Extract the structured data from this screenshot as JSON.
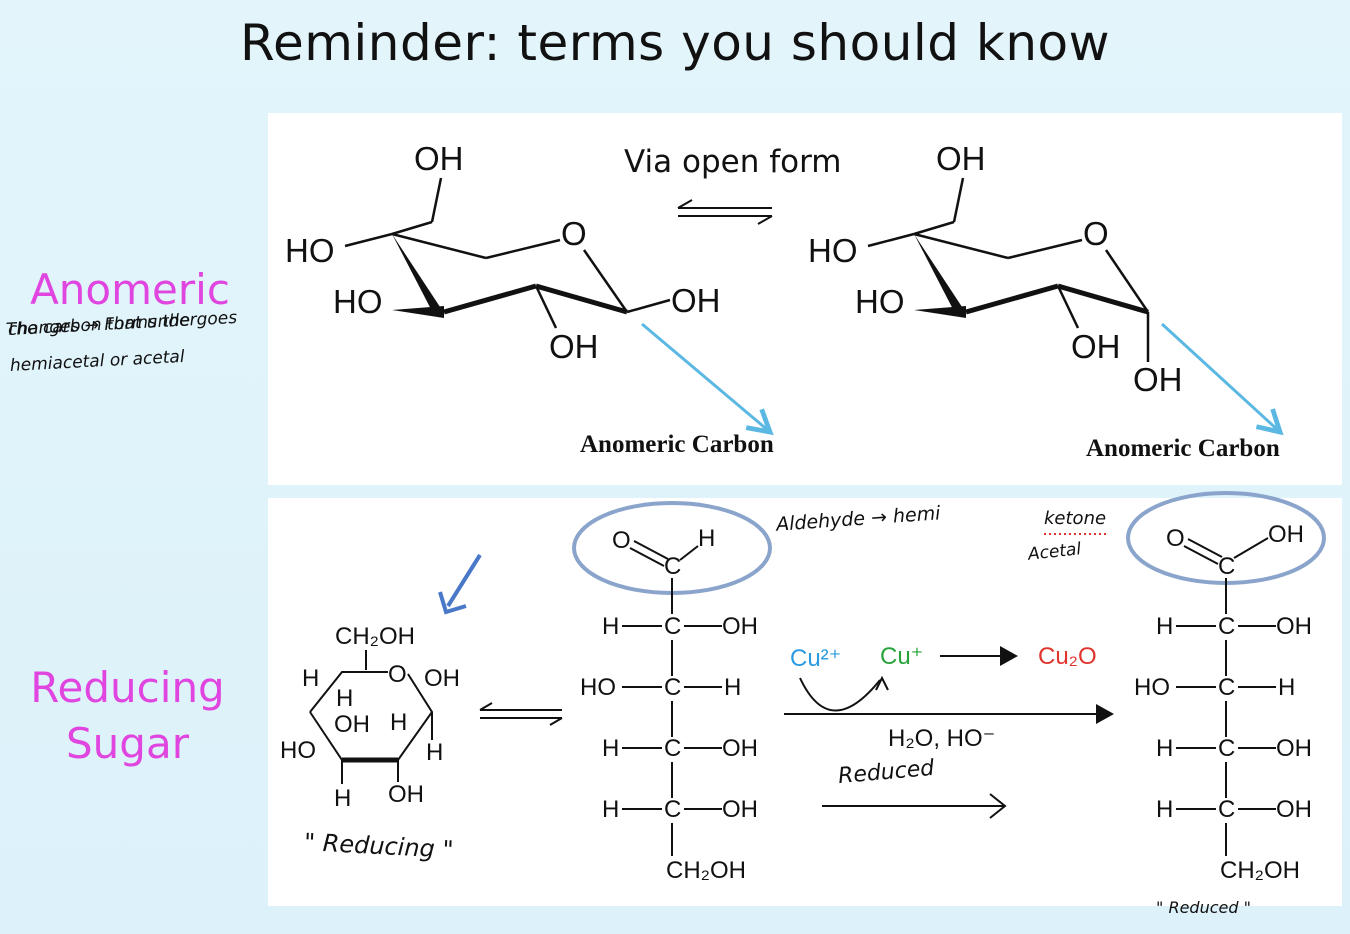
{
  "title": "Reminder: terms you should know",
  "anomeric": {
    "term": "Anomeric",
    "note_lines": [
      "The carbon that undergoes",
      "changes → Forms the",
      "hemiacetal or acetal"
    ]
  },
  "reducing": {
    "term_line1": "Reducing",
    "term_line2": "Sugar"
  },
  "top_panel": {
    "equilibrium_label": "Via open form",
    "left_caption": "Anomeric Carbon",
    "right_caption": "Anomeric Carbon",
    "labels": {
      "oh": "OH",
      "ho": "HO",
      "o": "O"
    }
  },
  "bottom_panel": {
    "ring": {
      "ch2oh": "CH₂OH",
      "o": "O",
      "oh": "OH",
      "h": "H",
      "ho": "HO"
    },
    "chain": {
      "o": "O",
      "h": "H",
      "c": "C",
      "oh": "OH",
      "ho": "HO",
      "ch2oh": "CH₂OH"
    },
    "reaction": {
      "cu2": "Cu²⁺",
      "cu1": "Cu⁺",
      "cu2o": "Cu₂O",
      "conditions": "H₂O, HO⁻"
    },
    "handwritten": {
      "reducing_label": "\" Reducing \"",
      "aldehyde_note": "Aldehyde → hemi",
      "ketone_note": "ketone",
      "acetal_note": "Acetal",
      "reduced_arrow_label": "Reduced",
      "reduced_label": "\" Reduced \""
    }
  },
  "colors": {
    "term": "#e045e0",
    "arrow_blue": "#5ab8e3",
    "arrow_dark_blue": "#4a78c8",
    "oval": "#8aa4cc",
    "cu2": "#2a9be0",
    "cu1": "#27a33a",
    "cu2o": "#e0352e"
  }
}
